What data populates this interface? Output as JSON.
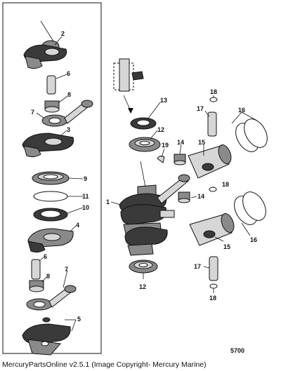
{
  "diagram": {
    "figure_number": "5700",
    "copyright": "MercuryPartsOnline v2.5.1 (Image Copyright- Mercury Marine)",
    "labels": {
      "l2": "2",
      "l6a": "6",
      "l8a": "8",
      "l7a": "7",
      "l3": "3",
      "l9": "9",
      "l11": "11",
      "l10": "10",
      "l4": "4",
      "l6b": "6",
      "l7b": "7",
      "l8b": "8",
      "l5": "5",
      "l13": "13",
      "l12a": "12",
      "l19": "19",
      "l14a": "14",
      "l15a": "15",
      "l17a": "17",
      "l18a": "18",
      "l16a": "16",
      "l1": "1",
      "l14b": "14",
      "l18b": "18",
      "l16b": "16",
      "l15b": "15",
      "l17b": "17",
      "l12b": "12",
      "l18c": "18"
    }
  }
}
